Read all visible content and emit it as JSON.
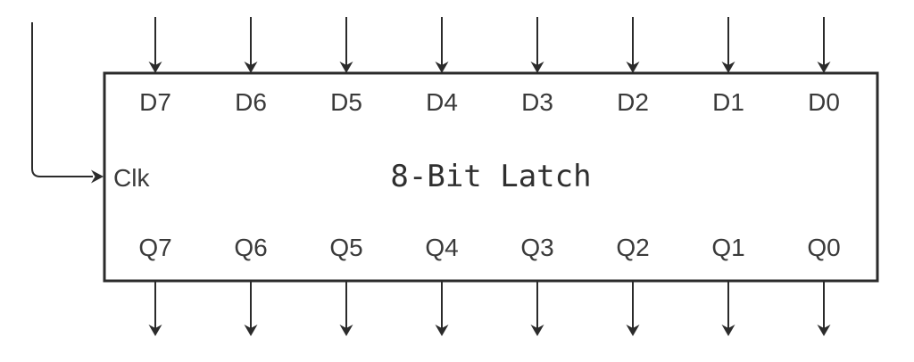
{
  "latch": {
    "title": "8-Bit Latch",
    "clk_label": "Clk",
    "inputs": [
      "D7",
      "D6",
      "D5",
      "D4",
      "D3",
      "D2",
      "D1",
      "D0"
    ],
    "outputs": [
      "Q7",
      "Q6",
      "Q5",
      "Q4",
      "Q3",
      "Q2",
      "Q1",
      "Q0"
    ],
    "colors": {
      "line": "#2b2b2b",
      "text": "#3a3a3a",
      "background": "#ffffff"
    }
  }
}
